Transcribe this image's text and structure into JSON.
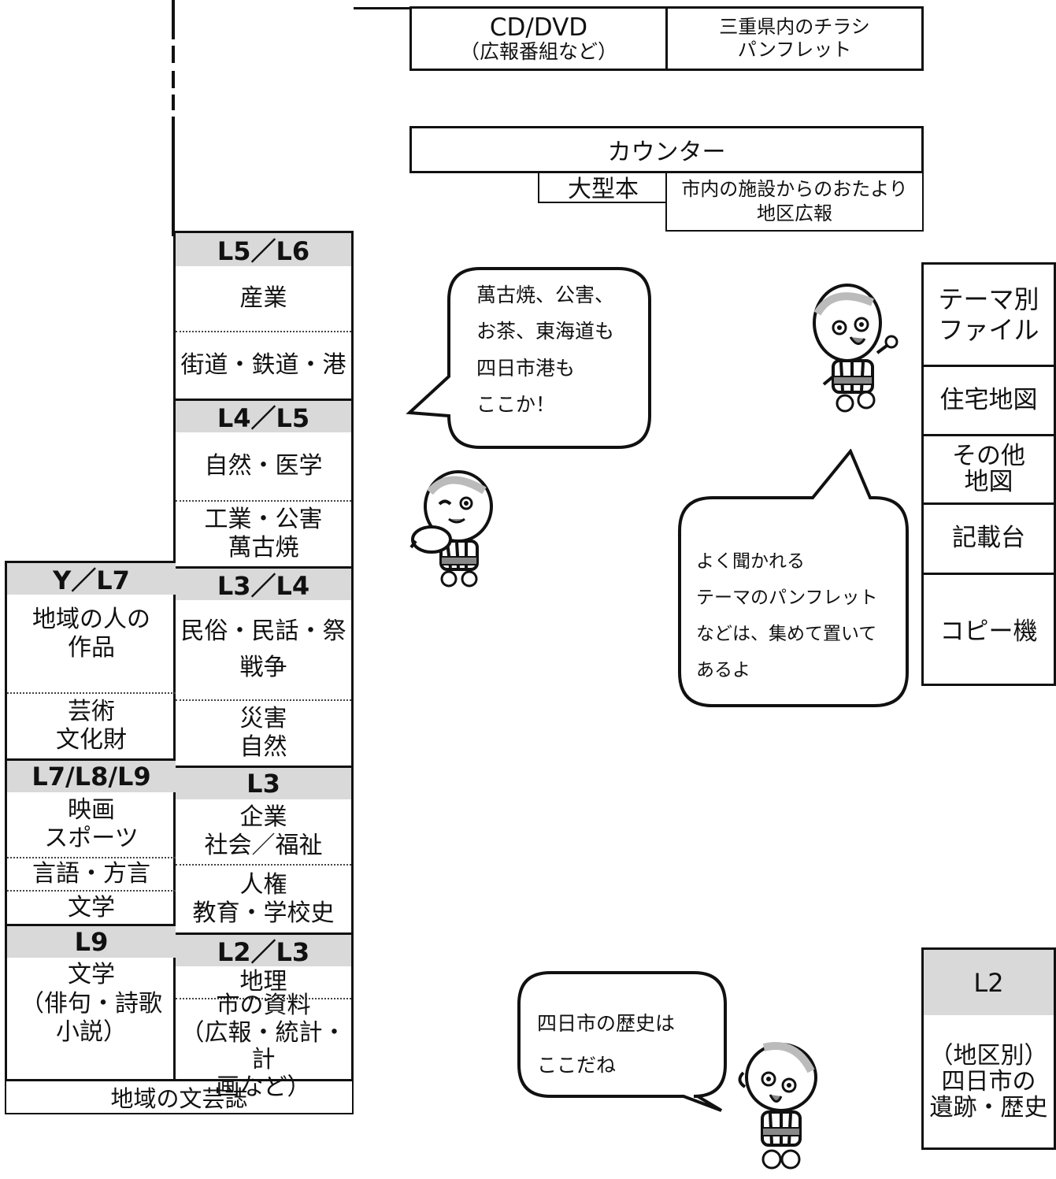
{
  "top_boxes": {
    "cd_dvd": {
      "title": "CD/DVD",
      "sub": "（広報番組など）"
    },
    "flyers": {
      "line1": "三重県内のチラシ",
      "line2": "パンフレット"
    }
  },
  "counter": {
    "label": "カウンター"
  },
  "large_print": {
    "label": "大型本"
  },
  "facility_news": {
    "line1": "市内の施設からのおたより",
    "line2": "地区広報"
  },
  "right_column": {
    "theme_files": {
      "line1": "テーマ別",
      "line2": "ファイル"
    },
    "housing_map": {
      "label": "住宅地図"
    },
    "other_maps": {
      "line1": "その他",
      "line2": "地図"
    },
    "writing_desk": {
      "label": "記載台"
    },
    "copier": {
      "label": "コピー機"
    }
  },
  "l2_box": {
    "header": "L2",
    "line1": "（地区別）",
    "line2": "四日市の",
    "line3": "遺跡・歴史"
  },
  "center_shelf": {
    "l5l6": {
      "header": "L5／L6",
      "a": "産業",
      "b": "街道・鉄道・港"
    },
    "l4l5": {
      "header": "L4／L5",
      "a": "自然・医学",
      "b1": "工業・公害",
      "b2": "萬古焼"
    },
    "l3l4": {
      "header": "L3／L4",
      "a1": "民俗・民話・祭",
      "a2": "戦争",
      "b1": "災害",
      "b2": "自然"
    },
    "l3": {
      "header": "L3",
      "a1": "企業",
      "a2": "社会／福祉",
      "b1": "人権",
      "b2": "教育・学校史"
    },
    "l2l3": {
      "header": "L2／L3",
      "a": "地理",
      "b1": "市の資料",
      "b2": "（広報・統計・計",
      "b3": "画など）"
    }
  },
  "left_shelf": {
    "yl7": {
      "header": "Y／L7",
      "a1": "地域の人の",
      "a2": "作品",
      "b1": "芸術",
      "b2": "文化財"
    },
    "l789": {
      "header": "L7/L8/L9",
      "a1": "映画",
      "a2": "スポーツ",
      "b": "言語・方言",
      "c": "文学"
    },
    "l9": {
      "header": "L9",
      "a1": "文学",
      "a2": "（俳句・詩歌",
      "a3": "小説）"
    }
  },
  "bottom_bar": {
    "label": "地域の文芸誌"
  },
  "bubbles": {
    "b1": {
      "line1": "萬古焼、公害、",
      "line2": "お茶、東海道も",
      "line3": "四日市港も",
      "line4": "ここか！"
    },
    "b2": {
      "line1": "よく聞かれる",
      "line2": "テーマのパンフレット",
      "line3": "などは、集めて置いて",
      "line4": "あるよ"
    },
    "b3": {
      "line1": "四日市の歴史は",
      "line2": "ここだね"
    }
  }
}
